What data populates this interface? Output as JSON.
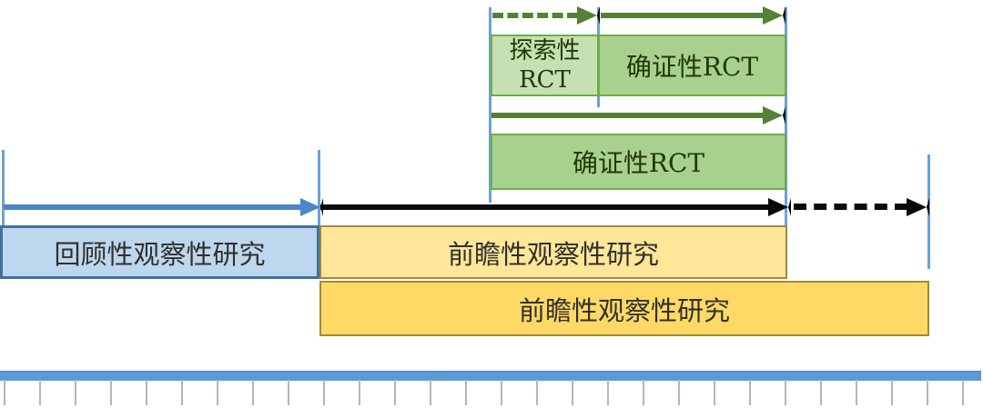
{
  "diagram": {
    "top_row": {
      "exploratory_rct": {
        "line1": "探索性",
        "line2": "RCT"
      },
      "confirmatory_rct": "确证性RCT"
    },
    "mid_row": {
      "confirmatory_rct": "确证性RCT"
    },
    "row1": {
      "retrospective": "回顾性观察性研究",
      "prospective": "前瞻性观察性研究"
    },
    "row2": {
      "prospective": "前瞻性观察性研究"
    }
  },
  "timeline": {
    "tick_count": 28,
    "tick_start_x": 4,
    "tick_spacing": 39
  },
  "colors": {
    "green_arrow": "#538135",
    "green_border": "#70ad47",
    "green_light_fill": "#c6e0b4",
    "green_mid_fill": "#a9d18e",
    "green_text": "#203807",
    "blue_guide": "#6ba1d6",
    "blue_arrow": "#4a86c8",
    "blue_fill": "#bdd7ee",
    "blue_border": "#41719c",
    "yellow_light_fill": "#ffe699",
    "yellow_dark_fill": "#ffd966",
    "yellow_border": "#a08a3c",
    "black_arrow": "#0a0a0a",
    "timeline_bar": "#5b9bd5",
    "tick_color": "#b0b8bf",
    "dark_text": "#30302c"
  }
}
